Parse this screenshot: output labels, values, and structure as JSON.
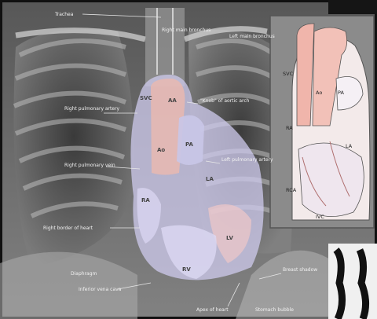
{
  "image": {
    "subject": "chest-radiograph-with-cardiac-silhouette",
    "colors": {
      "xray_dark": "#2a2a2a",
      "xray_light": "#bdbdbd",
      "heart_overlay": "#c8c4e6",
      "atrium_fill": "#e9b9b0",
      "inset_bg": "#8a8a8a",
      "inset_heart": "#f2e8e8"
    }
  },
  "labels": {
    "trachea": "Trachea",
    "left_main_bronchus": "Left main bronchus",
    "right_main_bronchus": "Right main bronchus",
    "svc": "SVC",
    "aa": "AA",
    "ao": "Ao",
    "pa": "PA",
    "knob": "\"Knob\" of aortic arch",
    "right_pulmonary_artery": "Right pulmonary artery",
    "left_pulmonary_artery": "Left pulmonary artery",
    "right_pulmonary_vein": "Right pulmonary vein",
    "la": "LA",
    "ra": "RA",
    "lv": "LV",
    "rv": "RV",
    "right_border": "Right border of heart",
    "apex": "Apex of heart",
    "breast_shadow": "Breast shadow",
    "diaphragm": "Diaphragm",
    "inferior_vena_cava": "Inferior vena cava",
    "stomach": "Stomach bubble"
  },
  "inset": {
    "svc": "SVC",
    "ao": "Ao",
    "pa": "PA",
    "ra": "RA",
    "la": "LA",
    "rca": "RCA",
    "ivc": "IVC"
  }
}
